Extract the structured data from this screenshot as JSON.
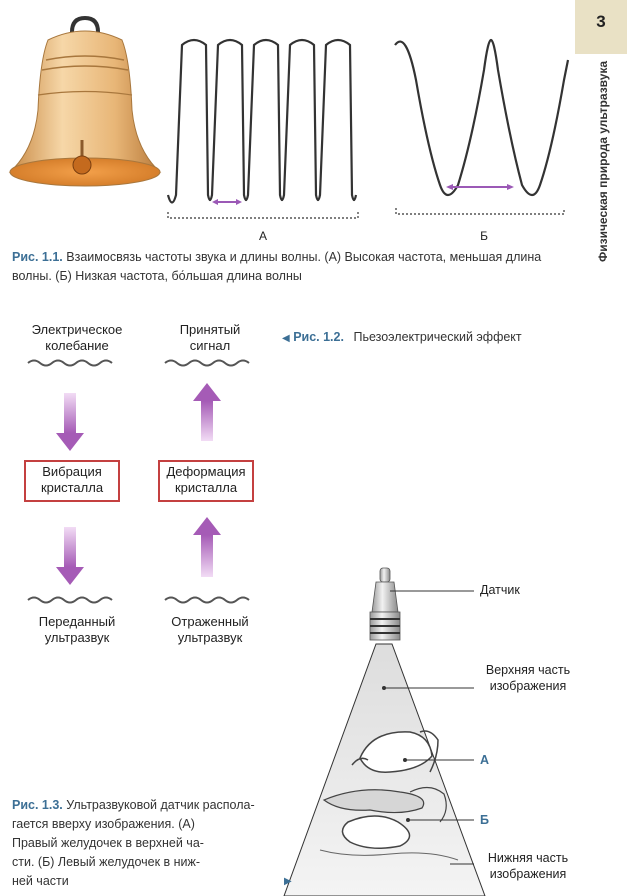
{
  "page_number": "3",
  "side_title": "Физическая природа ультразвука",
  "fig11": {
    "wave_a_label": "А",
    "wave_b_label": "Б",
    "caption_label": "Рис. 1.1.",
    "caption_line1": "Взаимосвязь частоты звука и длины волны. (А) Высокая частота, меньшая длина",
    "caption_line2": "волны. (Б) Низкая частота, бо́льшая длина волны"
  },
  "fig12": {
    "caption_label": "Рис. 1.2.",
    "caption_text": "Пьезоэлектрический эффект",
    "left_top_line1": "Электрическое",
    "left_top_line2": "колебание",
    "left_box_line1": "Вибрация",
    "left_box_line2": "кристалла",
    "left_bottom_line1": "Переданный",
    "left_bottom_line2": "ультразвук",
    "right_top_line1": "Принятый",
    "right_top_line2": "сигнал",
    "right_box_line1": "Деформация",
    "right_box_line2": "кристалла",
    "right_bottom_line1": "Отраженный",
    "right_bottom_line2": "ультразвук",
    "arrow_color": "#b97bc6",
    "box_border_color": "#c44040"
  },
  "fig13": {
    "label_probe": "Датчик",
    "label_top_line1": "Верхняя часть",
    "label_top_line2": "изображения",
    "label_a": "А",
    "label_b": "Б",
    "label_bottom_line1": "Нижняя часть",
    "label_bottom_line2": "изображения",
    "caption_label": "Рис. 1.3.",
    "caption_lines": [
      "Ультразвуковой датчик распола-",
      "гается вверху изображения. (А)",
      "Правый желудочек в верхней ча-",
      "сти. (Б) Левый желудочек в ниж-",
      "ней части"
    ]
  },
  "colors": {
    "accent": "#3c6f95",
    "tab_bg": "#e9e1c5",
    "bell": "#e7b576",
    "purple": "#9b59b6"
  }
}
